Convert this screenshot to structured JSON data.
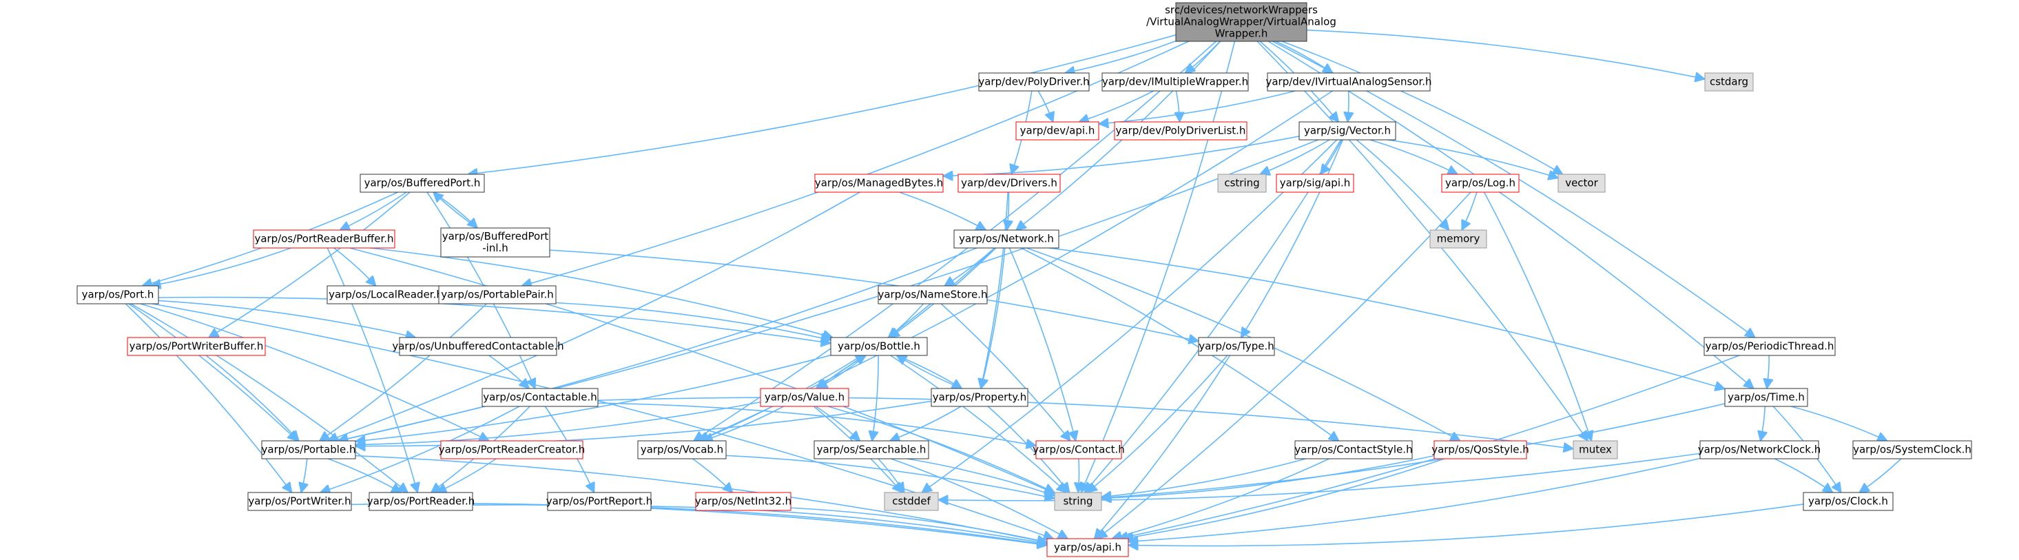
{
  "diagram": {
    "title_lines": [
      "src/devices/networkWrappers",
      "/VirtualAnalogWrapper/VirtualAnalog",
      "Wrapper.h"
    ],
    "colors": {
      "edge": "#63b8ff",
      "node_border_black": "#333333",
      "node_border_red": "#ff0000",
      "root_fill": "#999999",
      "system_fill": "#e0e0e0",
      "system_border": "#999999",
      "node_fill": "#ffffff"
    },
    "nodes": [
      {
        "id": "root",
        "lines": [
          "src/devices/networkWrappers",
          "/VirtualAnalogWrapper/VirtualAnalog",
          "Wrapper.h"
        ],
        "style": "root"
      },
      {
        "id": "polydriver",
        "lines": [
          "yarp/dev/PolyDriver.h"
        ],
        "style": "normal"
      },
      {
        "id": "imultiple",
        "lines": [
          "yarp/dev/IMultipleWrapper.h"
        ],
        "style": "normal"
      },
      {
        "id": "ivirtual",
        "lines": [
          "yarp/dev/IVirtualAnalogSensor.h"
        ],
        "style": "normal"
      },
      {
        "id": "cstdarg",
        "lines": [
          "cstdarg"
        ],
        "style": "system"
      },
      {
        "id": "devapi",
        "lines": [
          "yarp/dev/api.h"
        ],
        "style": "red"
      },
      {
        "id": "polydriverlist",
        "lines": [
          "yarp/dev/PolyDriverList.h"
        ],
        "style": "red"
      },
      {
        "id": "sigvector",
        "lines": [
          "yarp/sig/Vector.h"
        ],
        "style": "normal"
      },
      {
        "id": "bufferedport",
        "lines": [
          "yarp/os/BufferedPort.h"
        ],
        "style": "normal"
      },
      {
        "id": "managedbytes",
        "lines": [
          "yarp/os/ManagedBytes.h"
        ],
        "style": "red"
      },
      {
        "id": "drivers",
        "lines": [
          "yarp/dev/Drivers.h"
        ],
        "style": "red"
      },
      {
        "id": "cstring",
        "lines": [
          "cstring"
        ],
        "style": "system"
      },
      {
        "id": "sigapi",
        "lines": [
          "yarp/sig/api.h"
        ],
        "style": "red"
      },
      {
        "id": "log",
        "lines": [
          "yarp/os/Log.h"
        ],
        "style": "red"
      },
      {
        "id": "vector",
        "lines": [
          "vector"
        ],
        "style": "system"
      },
      {
        "id": "memory",
        "lines": [
          "memory"
        ],
        "style": "system"
      },
      {
        "id": "portreaderbuffer",
        "lines": [
          "yarp/os/PortReaderBuffer.h"
        ],
        "style": "red"
      },
      {
        "id": "bufferedportinl",
        "lines": [
          "yarp/os/BufferedPort",
          "-inl.h"
        ],
        "style": "normal"
      },
      {
        "id": "network",
        "lines": [
          "yarp/os/Network.h"
        ],
        "style": "normal"
      },
      {
        "id": "port",
        "lines": [
          "yarp/os/Port.h"
        ],
        "style": "normal"
      },
      {
        "id": "localreader",
        "lines": [
          "yarp/os/LocalReader.h"
        ],
        "style": "normal"
      },
      {
        "id": "portablepair",
        "lines": [
          "yarp/os/PortablePair.h"
        ],
        "style": "normal"
      },
      {
        "id": "namestore",
        "lines": [
          "yarp/os/NameStore.h"
        ],
        "style": "normal"
      },
      {
        "id": "portwriterbuffer",
        "lines": [
          "yarp/os/PortWriterBuffer.h"
        ],
        "style": "red"
      },
      {
        "id": "unbuffered",
        "lines": [
          "yarp/os/UnbufferedContactable.h"
        ],
        "style": "normal"
      },
      {
        "id": "bottle",
        "lines": [
          "yarp/os/Bottle.h"
        ],
        "style": "normal"
      },
      {
        "id": "type",
        "lines": [
          "yarp/os/Type.h"
        ],
        "style": "normal"
      },
      {
        "id": "periodicthread",
        "lines": [
          "yarp/os/PeriodicThread.h"
        ],
        "style": "normal"
      },
      {
        "id": "value",
        "lines": [
          "yarp/os/Value.h"
        ],
        "style": "red"
      },
      {
        "id": "property",
        "lines": [
          "yarp/os/Property.h"
        ],
        "style": "normal"
      },
      {
        "id": "contactable",
        "lines": [
          "yarp/os/Contactable.h"
        ],
        "style": "normal"
      },
      {
        "id": "time",
        "lines": [
          "yarp/os/Time.h"
        ],
        "style": "normal"
      },
      {
        "id": "portable",
        "lines": [
          "yarp/os/Portable.h"
        ],
        "style": "normal"
      },
      {
        "id": "portreadercreator",
        "lines": [
          "yarp/os/PortReaderCreator.h"
        ],
        "style": "red"
      },
      {
        "id": "vocab",
        "lines": [
          "yarp/os/Vocab.h"
        ],
        "style": "normal"
      },
      {
        "id": "searchable",
        "lines": [
          "yarp/os/Searchable.h"
        ],
        "style": "normal"
      },
      {
        "id": "contact",
        "lines": [
          "yarp/os/Contact.h"
        ],
        "style": "red"
      },
      {
        "id": "contactstyle",
        "lines": [
          "yarp/os/ContactStyle.h"
        ],
        "style": "normal"
      },
      {
        "id": "qosstyle",
        "lines": [
          "yarp/os/QosStyle.h"
        ],
        "style": "red"
      },
      {
        "id": "mutex",
        "lines": [
          "mutex"
        ],
        "style": "system"
      },
      {
        "id": "networkclock",
        "lines": [
          "yarp/os/NetworkClock.h"
        ],
        "style": "normal"
      },
      {
        "id": "systemclock",
        "lines": [
          "yarp/os/SystemClock.h"
        ],
        "style": "normal"
      },
      {
        "id": "portwriter",
        "lines": [
          "yarp/os/PortWriter.h"
        ],
        "style": "normal"
      },
      {
        "id": "portreader",
        "lines": [
          "yarp/os/PortReader.h"
        ],
        "style": "normal"
      },
      {
        "id": "portreport",
        "lines": [
          "yarp/os/PortReport.h"
        ],
        "style": "normal"
      },
      {
        "id": "netint32",
        "lines": [
          "yarp/os/NetInt32.h"
        ],
        "style": "red"
      },
      {
        "id": "cstddef",
        "lines": [
          "cstddef"
        ],
        "style": "system"
      },
      {
        "id": "string",
        "lines": [
          "string"
        ],
        "style": "system"
      },
      {
        "id": "clock",
        "lines": [
          "yarp/os/Clock.h"
        ],
        "style": "normal"
      },
      {
        "id": "osapi",
        "lines": [
          "yarp/os/api.h"
        ],
        "style": "red"
      }
    ],
    "edges": [
      [
        "root",
        "polydriver"
      ],
      [
        "root",
        "imultiple"
      ],
      [
        "root",
        "ivirtual"
      ],
      [
        "root",
        "cstdarg"
      ],
      [
        "root",
        "bufferedport"
      ],
      [
        "root",
        "sigvector"
      ],
      [
        "root",
        "network"
      ],
      [
        "root",
        "portablepair"
      ],
      [
        "root",
        "vocab"
      ],
      [
        "root",
        "string"
      ],
      [
        "root",
        "vector"
      ],
      [
        "root",
        "mutex"
      ],
      [
        "root",
        "periodicthread"
      ],
      [
        "root",
        "time"
      ],
      [
        "polydriver",
        "devapi"
      ],
      [
        "polydriver",
        "drivers"
      ],
      [
        "imultiple",
        "devapi"
      ],
      [
        "imultiple",
        "polydriverlist"
      ],
      [
        "ivirtual",
        "devapi"
      ],
      [
        "ivirtual",
        "sigvector"
      ],
      [
        "ivirtual",
        "vocab"
      ],
      [
        "sigvector",
        "managedbytes"
      ],
      [
        "sigvector",
        "cstring"
      ],
      [
        "sigvector",
        "sigapi"
      ],
      [
        "sigvector",
        "log"
      ],
      [
        "sigvector",
        "vector"
      ],
      [
        "sigvector",
        "memory"
      ],
      [
        "sigvector",
        "type"
      ],
      [
        "sigvector",
        "string"
      ],
      [
        "sigvector",
        "cstddef"
      ],
      [
        "sigvector",
        "portable"
      ],
      [
        "drivers",
        "network"
      ],
      [
        "drivers",
        "property"
      ],
      [
        "managedbytes",
        "network"
      ],
      [
        "managedbytes",
        "portable"
      ],
      [
        "log",
        "memory"
      ],
      [
        "log",
        "mutex"
      ],
      [
        "log",
        "osapi"
      ],
      [
        "bufferedport",
        "portreaderbuffer"
      ],
      [
        "bufferedport",
        "bufferedportinl"
      ],
      [
        "bufferedport",
        "port"
      ],
      [
        "bufferedport",
        "portwriterbuffer"
      ],
      [
        "bufferedport",
        "contactable"
      ],
      [
        "bufferedportinl",
        "bufferedport"
      ],
      [
        "bufferedportinl",
        "type"
      ],
      [
        "portreaderbuffer",
        "port"
      ],
      [
        "portreaderbuffer",
        "localreader"
      ],
      [
        "portreaderbuffer",
        "bottle"
      ],
      [
        "portreaderbuffer",
        "string"
      ],
      [
        "portreaderbuffer",
        "portreader"
      ],
      [
        "network",
        "namestore"
      ],
      [
        "network",
        "bottle"
      ],
      [
        "network",
        "value"
      ],
      [
        "network",
        "property"
      ],
      [
        "network",
        "contact"
      ],
      [
        "network",
        "contactstyle"
      ],
      [
        "network",
        "qosstyle"
      ],
      [
        "network",
        "time"
      ],
      [
        "network",
        "portable"
      ],
      [
        "port",
        "unbuffered"
      ],
      [
        "port",
        "portable"
      ],
      [
        "port",
        "portwriter"
      ],
      [
        "port",
        "portreader"
      ],
      [
        "port",
        "portreadercreator"
      ],
      [
        "port",
        "osapi"
      ],
      [
        "port",
        "bottle"
      ],
      [
        "portablepair",
        "bottle"
      ],
      [
        "portablepair",
        "portable"
      ],
      [
        "namestore",
        "bottle"
      ],
      [
        "namestore",
        "contact"
      ],
      [
        "portwriterbuffer",
        "portable"
      ],
      [
        "unbuffered",
        "contactable"
      ],
      [
        "bottle",
        "property"
      ],
      [
        "bottle",
        "value"
      ],
      [
        "bottle",
        "searchable"
      ],
      [
        "bottle",
        "vocab"
      ],
      [
        "bottle",
        "portable"
      ],
      [
        "bottle",
        "string"
      ],
      [
        "value",
        "bottle"
      ],
      [
        "value",
        "searchable"
      ],
      [
        "value",
        "vocab"
      ],
      [
        "value",
        "portable"
      ],
      [
        "value",
        "string"
      ],
      [
        "value",
        "cstddef"
      ],
      [
        "property",
        "bottle"
      ],
      [
        "property",
        "searchable"
      ],
      [
        "property",
        "string"
      ],
      [
        "property",
        "portable"
      ],
      [
        "contactable",
        "contact"
      ],
      [
        "contactable",
        "portreport"
      ],
      [
        "contactable",
        "portreader"
      ],
      [
        "contactable",
        "portwriter"
      ],
      [
        "contactable",
        "mutex"
      ],
      [
        "type",
        "string"
      ],
      [
        "type",
        "osapi"
      ],
      [
        "periodicthread",
        "time"
      ],
      [
        "periodicthread",
        "osapi"
      ],
      [
        "time",
        "networkclock"
      ],
      [
        "time",
        "systemclock"
      ],
      [
        "time",
        "clock"
      ],
      [
        "time",
        "string"
      ],
      [
        "portable",
        "portwriter"
      ],
      [
        "portable",
        "portreader"
      ],
      [
        "portable",
        "osapi"
      ],
      [
        "portreadercreator",
        "portreader"
      ],
      [
        "vocab",
        "netint32"
      ],
      [
        "vocab",
        "string"
      ],
      [
        "searchable",
        "cstddef"
      ],
      [
        "searchable",
        "string"
      ],
      [
        "searchable",
        "osapi"
      ],
      [
        "contact",
        "string"
      ],
      [
        "contactstyle",
        "string"
      ],
      [
        "contactstyle",
        "osapi"
      ],
      [
        "qosstyle",
        "osapi"
      ],
      [
        "qosstyle",
        "string"
      ],
      [
        "networkclock",
        "clock"
      ],
      [
        "networkclock",
        "cstddef"
      ],
      [
        "networkclock",
        "osapi"
      ],
      [
        "systemclock",
        "clock"
      ],
      [
        "clock",
        "osapi"
      ],
      [
        "portwriter",
        "osapi"
      ],
      [
        "portreader",
        "osapi"
      ],
      [
        "portreport",
        "osapi"
      ],
      [
        "netint32",
        "osapi"
      ]
    ]
  }
}
